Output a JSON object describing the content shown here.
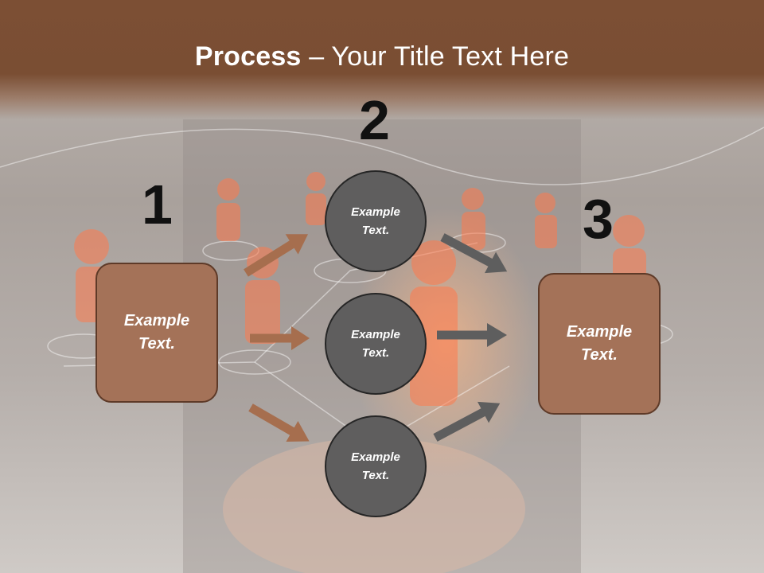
{
  "title": {
    "bold": "Process",
    "rest": " – Your Title Text Here"
  },
  "steps": [
    {
      "number": "1",
      "label": "Example\nText."
    },
    {
      "number": "2",
      "labels": [
        "Example\nText.",
        "Example\nText.",
        "Example\nText."
      ]
    },
    {
      "number": "3",
      "label": "Example\nText."
    }
  ],
  "colors": {
    "header": "#7a4e33",
    "box": "#a47258",
    "circle": "#5f5e5e",
    "arrow_left": "#a66e4e",
    "arrow_right": "#5e5e5e"
  }
}
